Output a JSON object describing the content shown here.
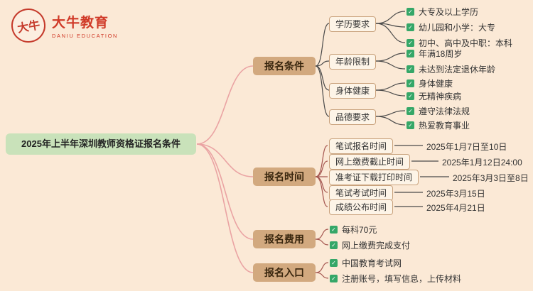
{
  "logo": {
    "seal_text": "大牛",
    "name": "大牛教育",
    "subtitle": "DANIU EDUCATION"
  },
  "title": "2025年上半年深圳教师资格证报名条件",
  "icons": {
    "check": "✓"
  },
  "colors": {
    "background": "#fbe9d6",
    "title_bg": "#c9e2ba",
    "main_node_bg": "#d2a97f",
    "sub_node_bg": "#fdf4e7",
    "check_green": "#35a768",
    "line_pink": "#eaa3a3",
    "line_gray": "#4a4a4a",
    "line_red": "#a4554f",
    "brand_red": "#d03a28"
  },
  "branches": {
    "tiaojian": {
      "label": "报名条件",
      "subs": [
        {
          "label": "学历要求",
          "leaves": [
            "大专及以上学历",
            "幼儿园和小学：大专",
            "初中、高中及中职：本科"
          ]
        },
        {
          "label": "年龄限制",
          "leaves": [
            "年满18周岁",
            "未达到法定退休年龄"
          ]
        },
        {
          "label": "身体健康",
          "leaves": [
            "身体健康",
            "无精神疾病"
          ]
        },
        {
          "label": "品德要求",
          "leaves": [
            "遵守法律法规",
            "热爱教育事业"
          ]
        }
      ]
    },
    "shijian": {
      "label": "报名时间",
      "rows": [
        {
          "label": "笔试报名时间",
          "value": "2025年1月7日至10日"
        },
        {
          "label": "网上缴费截止时间",
          "value": "2025年1月12日24:00"
        },
        {
          "label": "准考证下载打印时间",
          "value": "2025年3月3日至8日"
        },
        {
          "label": "笔试考试时间",
          "value": "2025年3月15日"
        },
        {
          "label": "成绩公布时间",
          "value": "2025年4月21日"
        }
      ]
    },
    "feiyong": {
      "label": "报名费用",
      "leaves": [
        "每科70元",
        "网上缴费完成支付"
      ]
    },
    "rukou": {
      "label": "报名入口",
      "leaves": [
        "中国教育考试网",
        "注册账号，填写信息，上传材料"
      ]
    }
  }
}
